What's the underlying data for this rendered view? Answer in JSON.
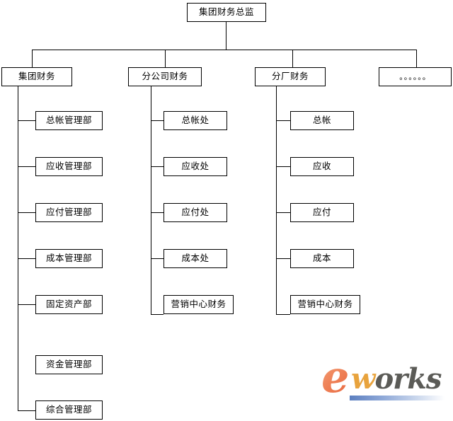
{
  "diagram": {
    "title_node": {
      "label": "集团财务总监"
    },
    "level2": [
      {
        "label": "集团财务"
      },
      {
        "label": "分公司财务"
      },
      {
        "label": "分厂财务"
      },
      {
        "label": "。。。。。。"
      }
    ],
    "columns": [
      {
        "parent": "集团财务",
        "items": [
          {
            "label": "总帐管理部"
          },
          {
            "label": "应收管理部"
          },
          {
            "label": "应付管理部"
          },
          {
            "label": "成本管理部"
          },
          {
            "label": "固定资产部"
          },
          {
            "label": "资金管理部"
          },
          {
            "label": "综合管理部"
          }
        ]
      },
      {
        "parent": "分公司财务",
        "items": [
          {
            "label": "总帐处"
          },
          {
            "label": "应收处"
          },
          {
            "label": "应付处"
          },
          {
            "label": "成本处"
          },
          {
            "label": "营销中心财务"
          }
        ]
      },
      {
        "parent": "分厂财务",
        "items": [
          {
            "label": "总帐"
          },
          {
            "label": "应收"
          },
          {
            "label": "应付"
          },
          {
            "label": "成本"
          },
          {
            "label": "营销中心财务"
          }
        ]
      }
    ]
  },
  "logo": {
    "letter_e": "e",
    "word_w": "w",
    "word_rest": "orks"
  },
  "colors": {
    "line": "#000000",
    "box_fill": "#ffffff",
    "logo_orange": "#EE7F55",
    "logo_gray": "#5B5B57",
    "logo_blue": "#5C7FC0"
  }
}
